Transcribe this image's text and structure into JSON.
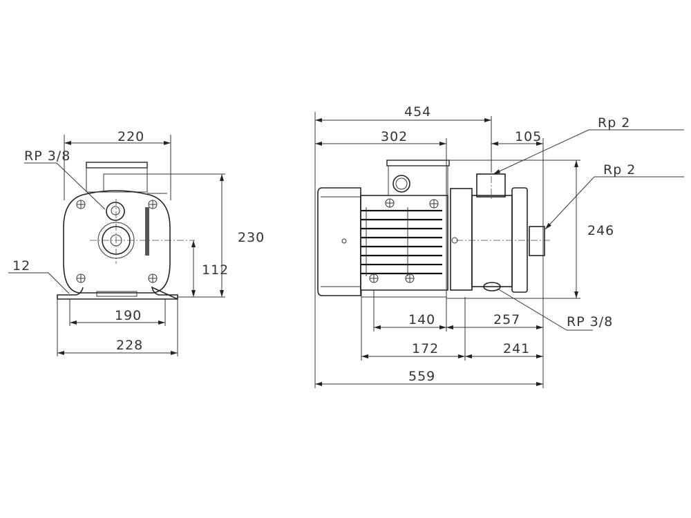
{
  "front_view": {
    "width_top": "220",
    "port_label_drain": "RP 3/8",
    "height_total": "230",
    "shaft_height": "112",
    "foot_thickness": "12",
    "foot_hole_spacing": "190",
    "foot_width": "228"
  },
  "side_view": {
    "length_to_inlet": "454",
    "motor_length": "302",
    "inlet_offset": "105",
    "inlet_label": "Rp 2",
    "outlet_label": "Rp 2",
    "height_total": "246",
    "drain_label": "RP 3/8",
    "foot_hole_to_flange": "140",
    "flange_to_end": "257",
    "base_length": "172",
    "base_to_end": "241",
    "overall_length": "559"
  },
  "colors": {
    "line": "#333333",
    "background": "#ffffff"
  }
}
